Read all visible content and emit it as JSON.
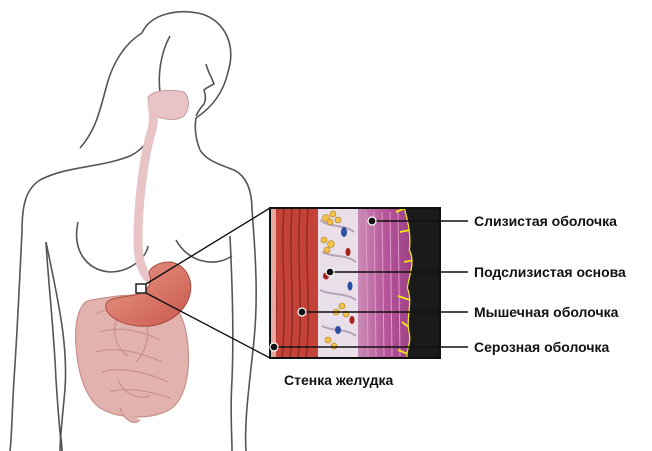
{
  "diagram": {
    "labels": [
      {
        "id": "mucosa",
        "text": "Слизистая оболочка"
      },
      {
        "id": "submucosa",
        "text": "Подслизистая основа"
      },
      {
        "id": "muscularis",
        "text": "Мышечная оболочка"
      },
      {
        "id": "serosa",
        "text": "Серозная оболочка"
      }
    ],
    "caption": "Стенка желудка"
  },
  "colors": {
    "outline": "#555555",
    "esophagus": "#e8c4c6",
    "stomach": "#d9776a",
    "intestine": "#e2b3ae",
    "mucosa": "#b3508c",
    "submucosa": "#e8dfe8",
    "muscle": "#c54238",
    "highlight": "#f2ea18"
  }
}
